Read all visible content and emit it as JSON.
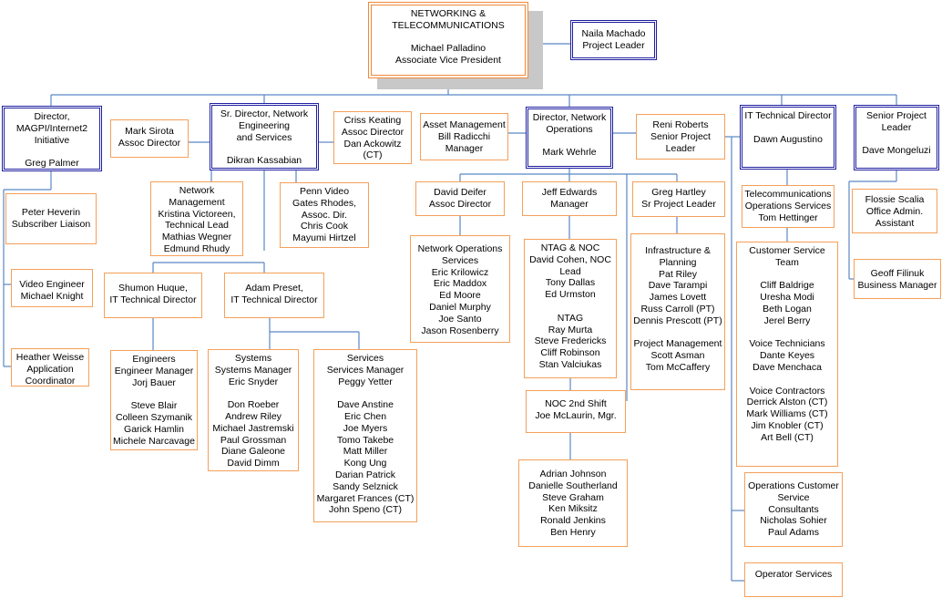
{
  "colors": {
    "connector": "#5b87c5",
    "orange_border": "#f5a05a",
    "blue_border": "#1f1fa0",
    "shadow": "#c8c8c8"
  },
  "boxes": {
    "vp": "NETWORKING &\nTELECOMMUNICATIONS\n\nMichael Palladino\nAssociate Vice President",
    "naila": "Naila Machado\nProject Leader",
    "magpi": "Director,\nMAGPI/Internet2\nInitiative\n\nGreg Palmer",
    "heverin": "Peter Heverin\nSubscriber Liaison",
    "video": "Video Engineer\nMichael Knight",
    "weisse": "Heather Weisse\nApplication\nCoordinator",
    "sirota": "Mark Sirota\nAssoc Director",
    "kassabian": "Sr. Director, Network\nEngineering\nand Services\n\nDikran Kassabian",
    "keating": "Criss Keating\nAssoc Director\nDan Ackowitz\n(CT)",
    "netmgmt": "Network\nManagement\nKristina Victoreen,\nTechnical Lead\nMathias Wegner\nEdmund Rhudy",
    "pennvideo": "Penn Video\nGates Rhodes,\nAssoc. Dir.\nChris Cook\nMayumi Hirtzel",
    "huque": "Shumon Huque,\nIT Technical Director",
    "preset": "Adam Preset,\nIT Technical Director",
    "engineers": "Engineers\nEngineer Manager\nJorj Bauer\n\nSteve Blair\nColleen Szymanik\nGarick Hamlin\nMichele Narcavage",
    "systems": "Systems\nSystems Manager\nEric Snyder\n\nDon Roeber\nAndrew Riley\nMichael Jastremski\nPaul Grossman\nDiane Galeone\nDavid Dimm",
    "services": "Services\nServices Manager\nPeggy Yetter\n\nDave Anstine\nEric Chen\nJoe Myers\nTomo Takebe\nMatt Miller\nKong Ung\nDarian Patrick\nSandy Selznick\nMargaret Frances (CT)\nJohn Speno (CT)",
    "asset": "Asset Management\nBill Radicchi\nManager",
    "netops": "Director, Network\nOperations\n\nMark Wehrle",
    "roberts": "Reni Roberts\nSenior Project\nLeader",
    "deifer": "David Deifer\nAssoc Director",
    "edwards": "Jeff Edwards\nManager",
    "hartley": "Greg Hartley\nSr Project Leader",
    "nos": "Network Operations\nServices\nEric Krilowicz\nEric Maddox\nEd Moore\nDaniel Murphy\nJoe Santo\nJason Rosenberry",
    "ntag": "NTAG & NOC\nDavid Cohen, NOC\nLead\nTony Dallas\nEd Urmston\n\nNTAG\nRay Murta\nSteve Fredericks\nCliff Robinson\nStan Valciukas",
    "infra": "Infrastructure &\nPlanning\nPat Riley\nDave Tarampi\nJames Lovett\nRuss Carroll (PT)\nDennis Prescott (PT)\n\nProject Management\nScott Asman\nTom McCaffery",
    "noc2": "NOC 2nd Shift\nJoe McLaurin, Mgr.",
    "noc2staff": "Adrian Johnson\nDanielle Southerland\nSteve Graham\nKen Miksitz\nRonald Jenkins\nBen Henry",
    "augustino": "IT Technical Director\n\nDawn Augustino",
    "telecom": "Telecommunications\nOperations Services\nTom Hettinger",
    "cst": "Customer Service\nTeam\n\nCliff Baldrige\nUresha Modi\nBeth Logan\nJerel Berry\n\nVoice Technicians\nDante Keyes\nDave Menchaca\n\nVoice Contractors\nDerrick Alston (CT)\nMark Williams (CT)\nJim Knobler (CT)\nArt Bell (CT)",
    "opscust": "Operations Customer\nService\nConsultants\nNicholas Sohier\nPaul Adams",
    "operator": "Operator Services",
    "mongeluzi": "Senior Project\nLeader\n\nDave Mongeluzi",
    "scalia": "Flossie Scalia\nOffice Admin.\nAssistant",
    "filinuk": "Geoff Filinuk\nBusiness Manager"
  }
}
